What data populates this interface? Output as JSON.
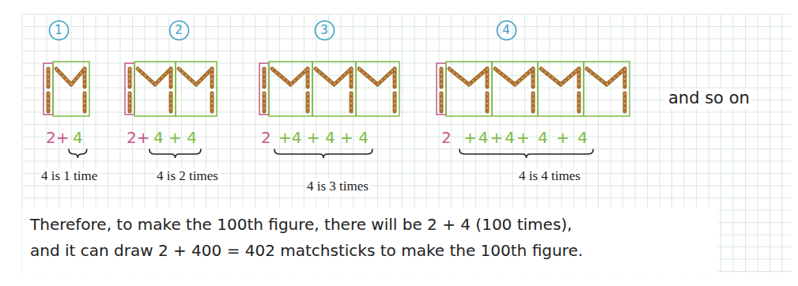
{
  "diagram": {
    "nodes": [
      {
        "text": [
          "1"
        ]
      },
      {
        "text": [
          "2"
        ]
      },
      {
        "text": [
          "3"
        ]
      },
      {
        "text": [
          "4"
        ]
      }
    ],
    "labels": [
      "2+",
      "4",
      "4 is 1 time",
      "2+",
      "4 + 4",
      "4 is 2 times",
      "2",
      "+4 + 4 + 4",
      "4 is 3 times",
      "2",
      "+4+4+ 4 + 4",
      "4 is 4 times",
      "and so on",
      "Therefore, to make the 100th figure, there will be 2 + 4 (100 times),",
      "and it can draw 2 + 400 = 402 matchsticks to make the 100th figure."
    ]
  }
}
